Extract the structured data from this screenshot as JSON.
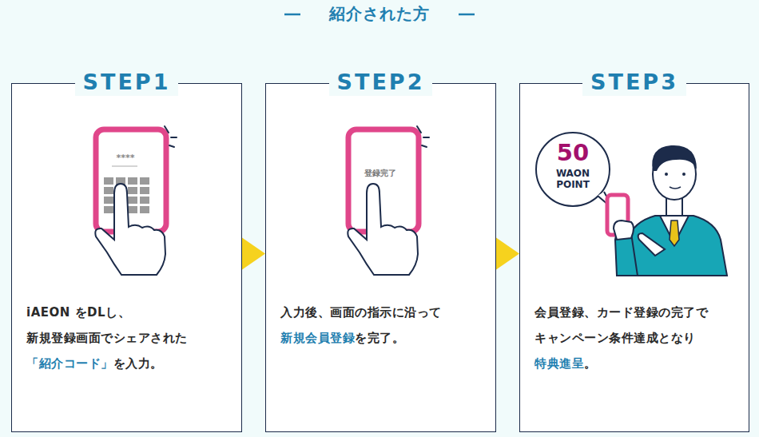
{
  "diagram": {
    "title": "紹介された方",
    "nodes": [
      {
        "text": [
          "STEP1",
          "iAEON をDLし、 新規登録画面でシェアされた",
          "「紹介コード」",
          "を入力。"
        ]
      },
      {
        "text": [
          "STEP2",
          "入力後、画面の指示に沿って",
          "新規会員登録",
          "を完了。"
        ]
      },
      {
        "text": [
          "STEP3",
          "会員登録、カード登録の完了で キャンペーン条件達成となり",
          "特典進呈",
          "。"
        ]
      }
    ],
    "edges": [
      {
        "from": 0,
        "to": 1,
        "arrow": "to"
      },
      {
        "from": 1,
        "to": 2,
        "arrow": "to"
      }
    ],
    "labels": [
      "****",
      "登録完了",
      "50",
      "WAON POINT"
    ]
  }
}
